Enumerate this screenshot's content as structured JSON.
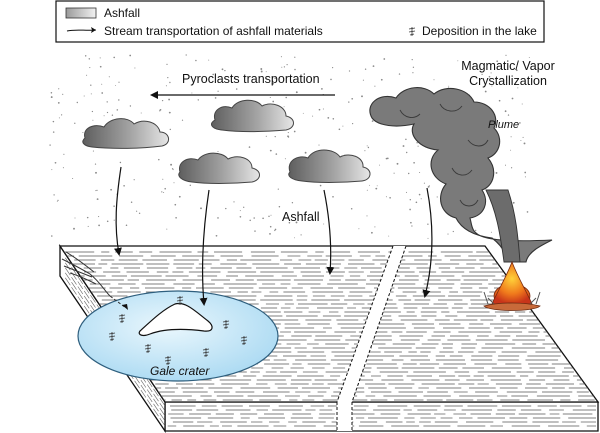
{
  "legend": {
    "items": [
      {
        "icon": "ashfall-swatch-icon",
        "label": "Ashfall"
      },
      {
        "icon": "stream-arrow-icon",
        "label": "Stream transportation of ashfall materials"
      },
      {
        "icon": "lake-deposition-icon",
        "label": "Deposition in the lake"
      }
    ]
  },
  "labels": {
    "pyroclasts": "Pyroclasts transportation",
    "magmatic_line1": "Magmatic/ Vapor",
    "magmatic_line2": "Crystallization",
    "plume": "Plume",
    "ashfall": "Ashfall",
    "crater": "Gale crater"
  },
  "colors": {
    "cloud": "#9a9a9a",
    "plume": "#777777",
    "lake": "#bfe3f7",
    "lava": "#e8501e",
    "stone_line": "#555555"
  }
}
